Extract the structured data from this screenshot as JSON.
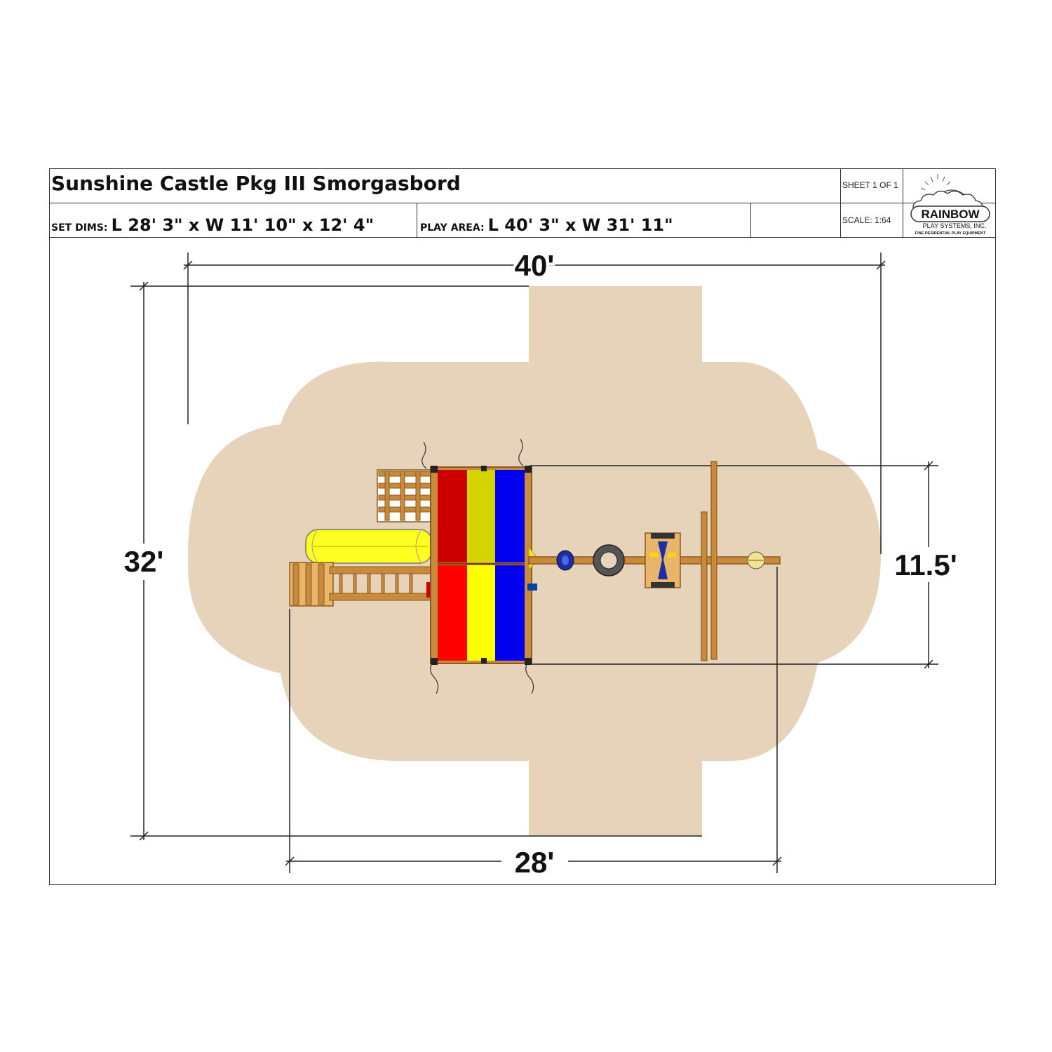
{
  "title_block": {
    "title": "Sunshine Castle Pkg III Smorgasbord",
    "sheet": "SHEET 1 OF 1",
    "scale": "SCALE: 1:64",
    "set_dims_label": "SET DIMS:",
    "set_dims_value": "L 28' 3\" x W 11' 10\" x 12' 4\"",
    "play_area_label": "PLAY AREA:",
    "play_area_value": "L 40' 3\" x W 31' 11\"",
    "logo": {
      "brand": "RAINBOW",
      "company": "PLAY SYSTEMS, INC.",
      "tagline": "FINE RESIDENTIAL PLAY EQUIPMENT"
    }
  },
  "dimensions": {
    "play_width": "40'",
    "play_depth": "32'",
    "set_length": "28'",
    "set_width": "11.5'"
  },
  "colors": {
    "play_area": "#e6d3b9",
    "wood": "#c98a3c",
    "wood_dark": "#8a5a20",
    "red": "#ff0000",
    "dark_red": "#cc0000",
    "yellow": "#ffff00",
    "olive_yellow": "#d4d400",
    "blue": "#0000ee",
    "slide_yellow": "#ffff22"
  }
}
